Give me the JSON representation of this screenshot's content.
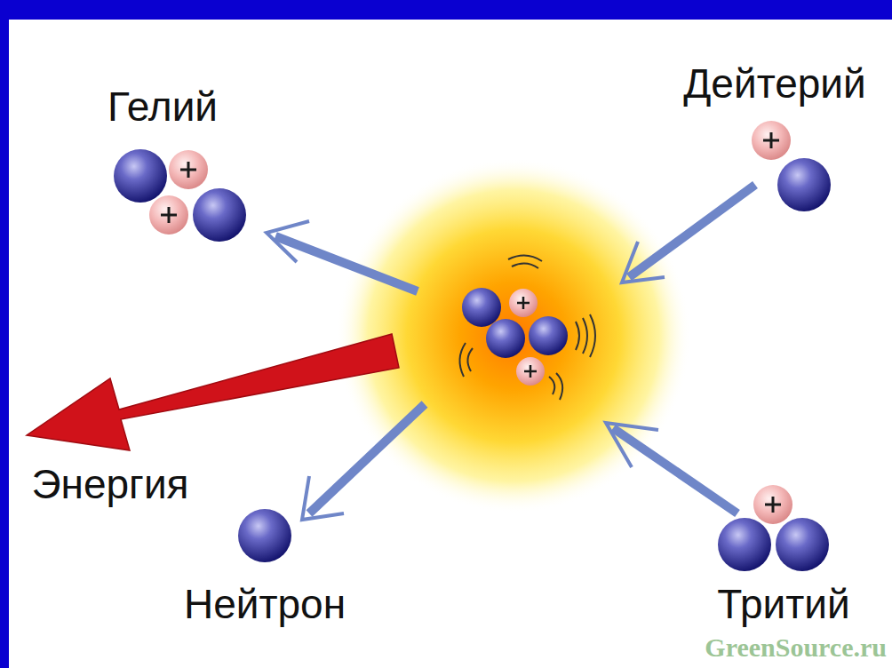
{
  "diagram": {
    "labels": [
      "Гелий",
      "Дейтерий",
      "Энергия",
      "Нейтрон",
      "Тритий",
      "GreenSource.ru"
    ]
  }
}
